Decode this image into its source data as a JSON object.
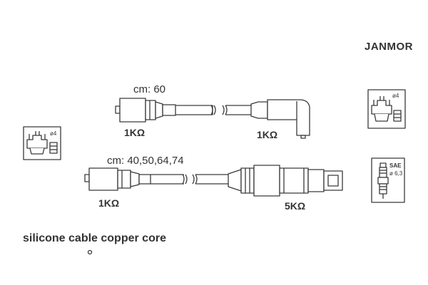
{
  "brand": "JANMOR",
  "set_top": {
    "length_label": "cm: 60",
    "resistance_left": "1KΩ",
    "resistance_right": "1KΩ"
  },
  "set_bottom": {
    "length_label": "cm: 40,50,64,74",
    "resistance_left": "1KΩ",
    "resistance_right": "5KΩ"
  },
  "icons": {
    "distributor_left": {
      "diameter_label": "ø4"
    },
    "distributor_right": {
      "diameter_label": "ø4"
    },
    "spark_plug": {
      "standard_label": "SAE",
      "diameter_label": "ø 6,3"
    }
  },
  "footer_note": "silicone cable copper core"
}
